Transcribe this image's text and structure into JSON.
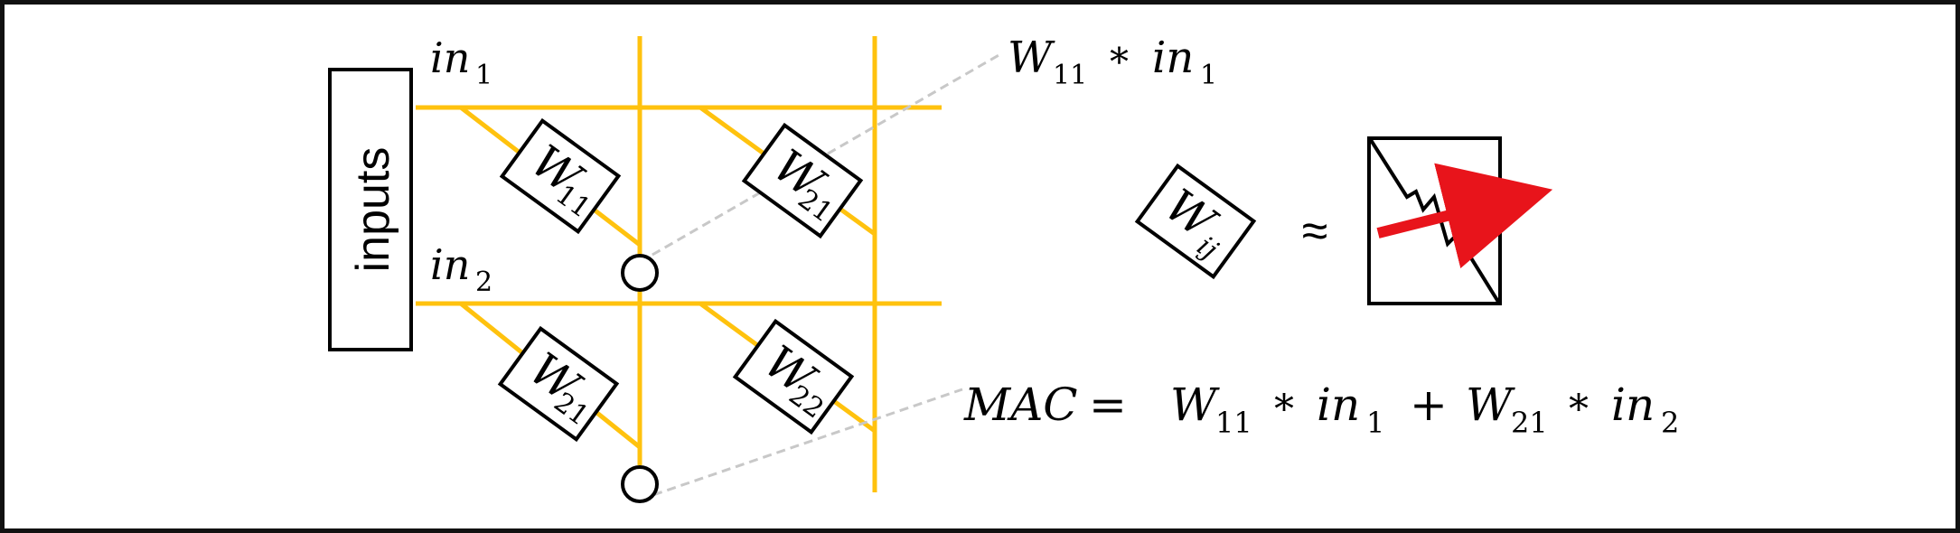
{
  "colors": {
    "wire": "#FFC20E",
    "arrow": "#E8141B",
    "ink": "#000000",
    "leader": "#C8C8C8"
  },
  "labels": {
    "inputs": "inputs",
    "in1_base": "in",
    "in1_sub": "1",
    "in2_base": "in",
    "in2_sub": "2",
    "approx": "≈"
  },
  "weights": [
    {
      "base": "W",
      "sub": "11"
    },
    {
      "base": "W",
      "sub": "21"
    },
    {
      "base": "W",
      "sub": "21"
    },
    {
      "base": "W",
      "sub": "22"
    }
  ],
  "legend_weight": {
    "base": "W",
    "sub": "ij"
  },
  "annotation_top": {
    "w_base": "W",
    "w_sub": "11",
    "op": "*",
    "in_base": "in",
    "in_sub": "1"
  },
  "annotation_mac": {
    "lhs": "MAC",
    "eq": "=",
    "t1_w": "W",
    "t1_wsub": "11",
    "t1_op": "*",
    "t1_in": "in",
    "t1_insub": "1",
    "plus": "+",
    "t2_w": "W",
    "t2_wsub": "21",
    "t2_op": "*",
    "t2_in": "in",
    "t2_insub": "2"
  },
  "icons": [
    "memristor-icon",
    "output-node-icon"
  ]
}
